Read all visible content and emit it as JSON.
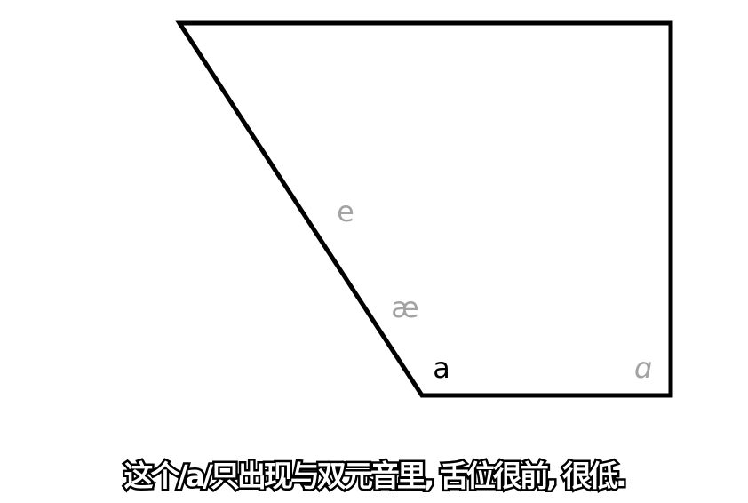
{
  "diagram": {
    "vowels": [
      {
        "symbol": "e",
        "color": "#a3a3a3",
        "highlighted": false
      },
      {
        "symbol": "æ",
        "color": "#a3a3a3",
        "highlighted": false
      },
      {
        "symbol": "a",
        "color": "#000000",
        "highlighted": true
      },
      {
        "symbol": "ɑ",
        "color": "#a3a3a3",
        "highlighted": false
      }
    ]
  },
  "subtitle": "这个/a/只出现与双元音里, 舌位很前, 很低."
}
